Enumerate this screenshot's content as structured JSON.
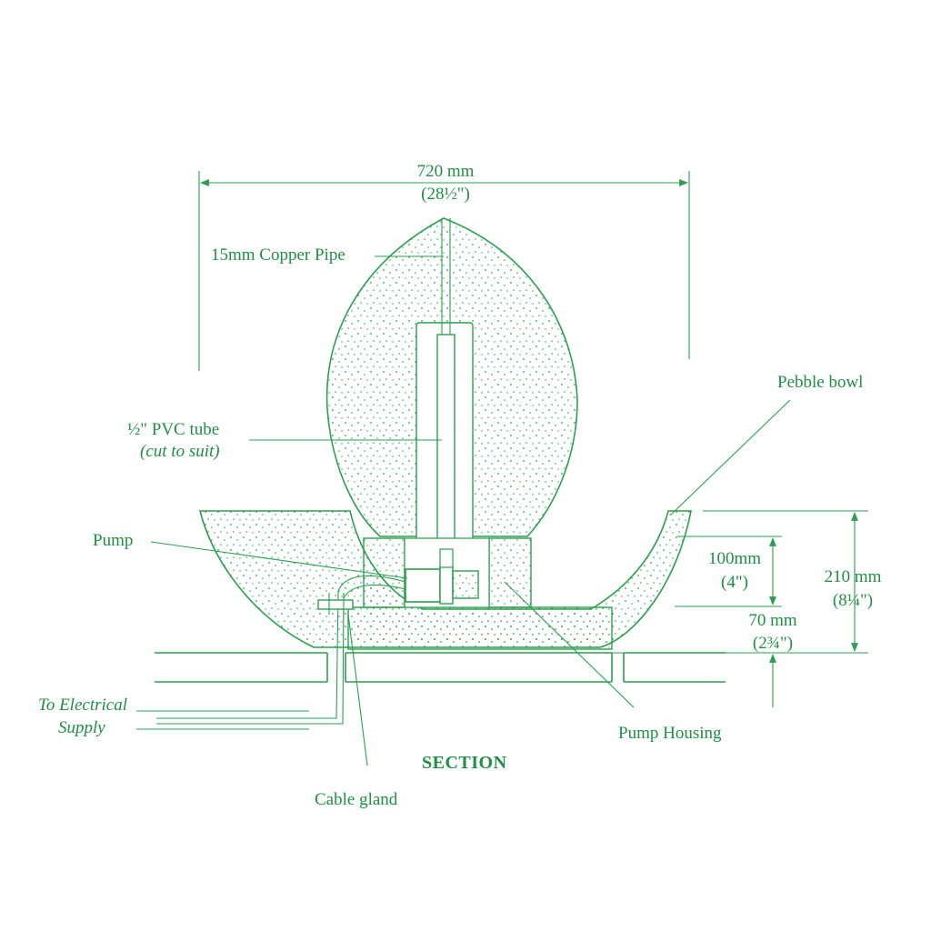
{
  "labels": {
    "width_mm": "720 mm",
    "width_in": "(28½\")",
    "copper_pipe": "15mm Copper Pipe",
    "pvc_tube_1": "½\" PVC tube",
    "pvc_tube_2": "(cut to suit)",
    "pebble_bowl": "Pebble bowl",
    "pump": "Pump",
    "dim_100_mm": "100mm",
    "dim_100_in": "(4\")",
    "dim_210_mm": "210 mm",
    "dim_210_in": "(8¼\")",
    "dim_70_mm": "70 mm",
    "dim_70_in": "(2¾\")",
    "electrical_1": "To Electrical",
    "electrical_2": "Supply",
    "pump_housing": "Pump Housing",
    "section": "SECTION",
    "cable_gland": "Cable gland"
  },
  "colors": {
    "ink": "#2aa04f",
    "text": "#1f8f45",
    "background": "#ffffff"
  }
}
